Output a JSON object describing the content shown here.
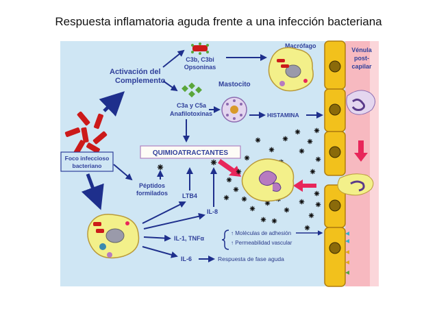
{
  "title": "Respuesta inflamatoria aguda frente a una infección bacteriana",
  "labels": {
    "complement_line1": "Activación del",
    "complement_line2": "Complemento",
    "opsonins_line1": "C3b, C3bi",
    "opsonins_line2": "Opsoninas",
    "macrophage": "Macrófago",
    "venule_line1": "Vénula",
    "venule_line2": "post-",
    "venule_line3": "capilar",
    "mast_cell": "Mastocito",
    "anaphylatoxins_line1": "C3a y C5a",
    "anaphylatoxins_line2": "Anafilotoxinas",
    "histamine": "HISTAMINA",
    "focus_line1": "Foco infeccioso",
    "focus_line2": "bacteriano",
    "chemoattractants": "QUIMIOATRACTANTES",
    "peptides_line1": "Péptidos",
    "peptides_line2": "formilados",
    "ltb4": "LTB4",
    "il8": "IL-8",
    "il1_tnf": "IL-1, TNFα",
    "adhesion": "↑ Moléculas de adhesión",
    "permeability": "↑ Permeabilidad vascular",
    "il6": "IL-6",
    "acute_phase": "Respuesta de fase aguda"
  },
  "colors": {
    "panel_bg": "#cfe6f4",
    "arrow": "#1e2f8c",
    "bacteria": "#cc1a1a",
    "cell_fill": "#f3f08a",
    "cell_border": "#b99a3a",
    "endothelium": "#f2c11c",
    "vessel": "#f7b9c0",
    "pink_arrow": "#e8265a",
    "nucleus": "#8a6a0a",
    "mast_fill": "#e4d6ef",
    "green_granule": "#5aa63a"
  }
}
